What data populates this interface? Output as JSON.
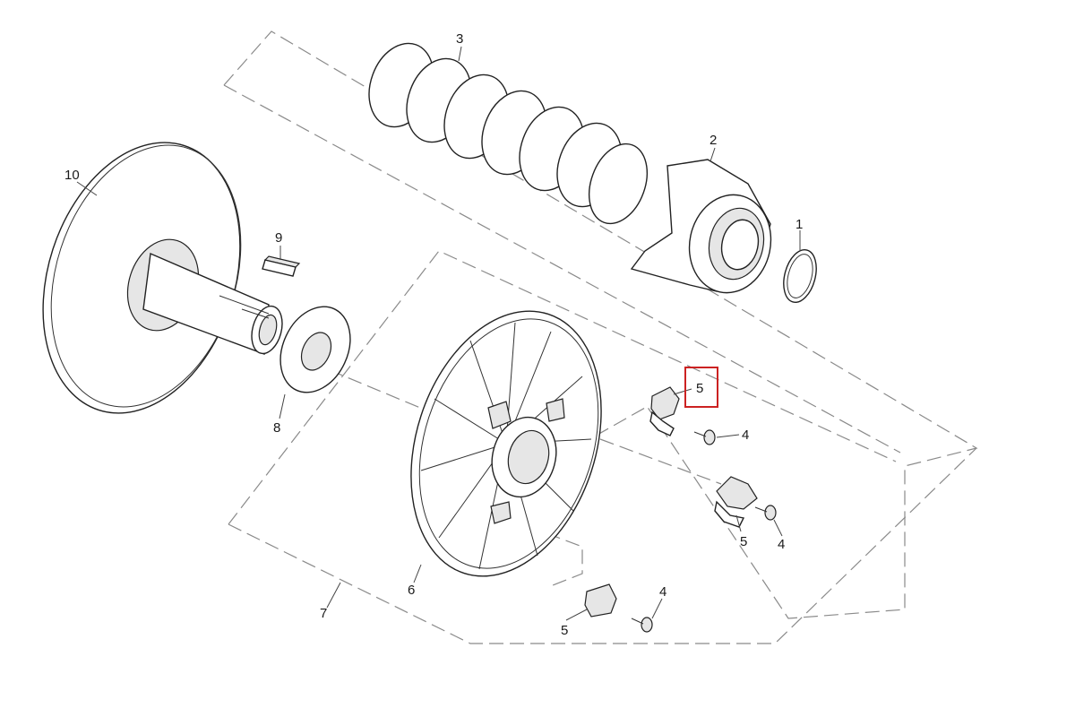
{
  "labels": {
    "p1": "1",
    "p2": "2",
    "p3": "3",
    "p4a": "4",
    "p4b": "4",
    "p4c": "4",
    "p5a": "5",
    "p5b": "5",
    "p5c": "5",
    "p6": "6",
    "p7": "7",
    "p8": "8",
    "p9": "9",
    "p10": "10"
  },
  "colors": {
    "highlight": "#cc2222",
    "line": "#222222",
    "dash": "#8a8a8a"
  },
  "highlighted_label": "p5a"
}
